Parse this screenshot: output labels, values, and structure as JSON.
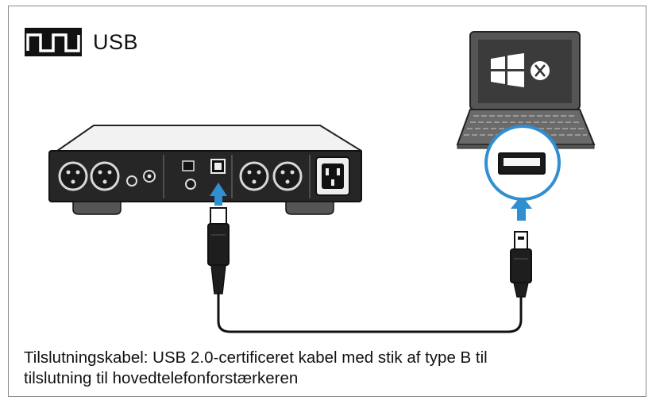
{
  "header": {
    "title": "USB",
    "icon": "digital-signal-icon"
  },
  "laptop": {
    "screen_icon": "windows-logo-icon",
    "badge_icon": "mac-x-icon",
    "badge_text": "X"
  },
  "caption": {
    "line1": "Tilslutningskabel: USB 2.0-certificeret kabel med stik af type B til",
    "line2": "tilslutning til hovedtelefonforstærkeren"
  },
  "colors": {
    "arrow": "#2f8fd0",
    "device": "#222222",
    "panel": "#2a2a2a",
    "outline": "#8a8a8a"
  }
}
